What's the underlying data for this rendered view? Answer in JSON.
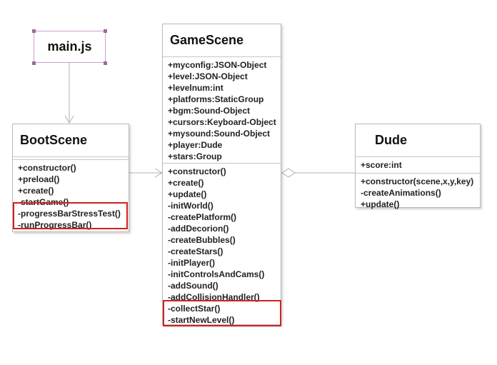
{
  "diagram": {
    "main_note": {
      "label": "main.js"
    },
    "boot_scene": {
      "name": "BootScene",
      "attributes": [],
      "methods": [
        "+constructor()",
        "+preload()",
        "+create()",
        "-startGame()",
        "-progressBarStressTest()",
        "-runProgressBar()"
      ]
    },
    "game_scene": {
      "name": "GameScene",
      "attributes": [
        "+myconfig:JSON-Object",
        "+level:JSON-Object",
        "+levelnum:int",
        "+platforms:StaticGroup",
        "+bgm:Sound-Object",
        "+cursors:Keyboard-Object",
        "+mysound:Sound-Object",
        "+player:Dude",
        "+stars:Group"
      ],
      "methods": [
        "+constructor()",
        "+create()",
        "+update()",
        "-initWorld()",
        "-createPlatform()",
        "-addDecorion()",
        "-createBubbles()",
        "-createStars()",
        "-initPlayer()",
        "-initControlsAndCams()",
        "-addSound()",
        "-addCollisionHandler()",
        "-collectStar()",
        "-startNewLevel()"
      ]
    },
    "dude": {
      "name": "Dude",
      "attributes": [
        "+score:int"
      ],
      "methods": [
        "+constructor(scene,x,y,key)",
        "-createAnimations()",
        "+update()"
      ]
    },
    "colors": {
      "highlight": "#d41f1f",
      "connector": "#b0b0b0",
      "note_border": "#c8a2c8"
    }
  }
}
